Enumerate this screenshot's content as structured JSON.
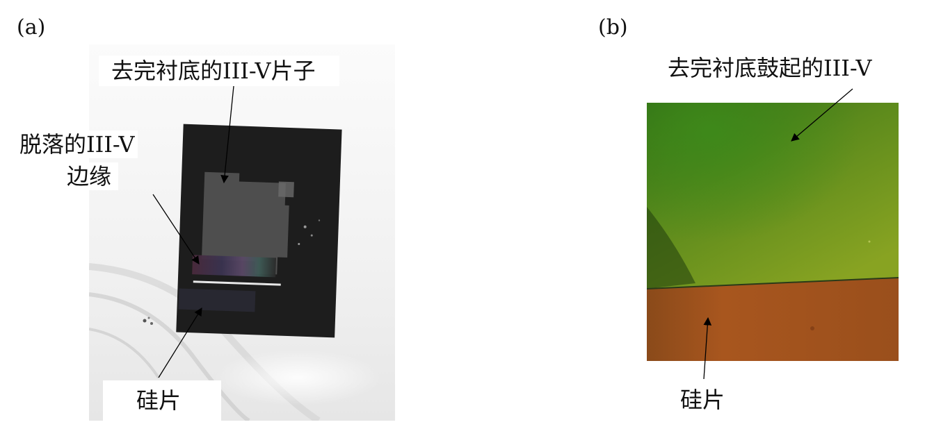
{
  "panel_a": {
    "letter": "(a)",
    "labels": {
      "top": "去完衬底的III-V片子",
      "edge_line1": "脱落的III-V",
      "edge_line2": "边缘",
      "bottom": "硅片"
    }
  },
  "panel_b": {
    "letter": "(b)",
    "labels": {
      "top": "去完衬底鼓起的III-V",
      "bottom": "硅片"
    }
  },
  "colors": {
    "chip_dark": "#1d1d1d",
    "iii_v_gray": "#4e4e4e",
    "green_top": "#3e7a1c",
    "green_bottom": "#7e9a22",
    "silicon_orange": "#a6551e"
  }
}
